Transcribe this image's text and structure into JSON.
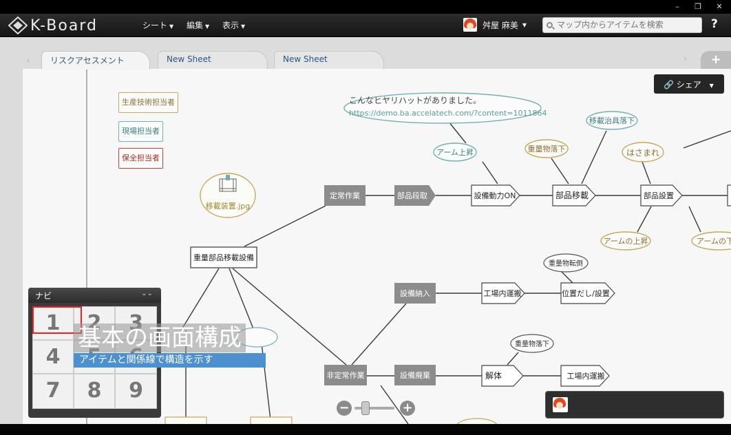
{
  "window": {
    "minimize": "–",
    "restore": "❐",
    "close": "✕"
  },
  "header": {
    "logo_text": "K-Board",
    "menus": [
      {
        "label": "シート"
      },
      {
        "label": "編集"
      },
      {
        "label": "表示"
      }
    ],
    "user_name": "舛屋 麻美",
    "search_placeholder": "マップ内からアイテムを検索",
    "help": "?"
  },
  "tabs": [
    {
      "label": "リスクアセスメント",
      "active": true
    },
    {
      "label": "New Sheet"
    },
    {
      "label": "New Sheet"
    }
  ],
  "tab_add": "+",
  "share_label": "シェア",
  "legend": [
    {
      "label": "生産技術担当者",
      "color": "#c8a857"
    },
    {
      "label": "現場担当者",
      "color": "#6fb2b2"
    },
    {
      "label": "保全担当者",
      "color": "#d04030"
    }
  ],
  "map": {
    "image_node": "移載装置.jpg",
    "root": "重量部品移載設備",
    "teiji": "定常作業",
    "hiteiji": "非定常作業",
    "buhin_dandori": "部品段取",
    "setsubi_dousa": "設備動力ON",
    "buhin_isai": "部品移載",
    "buhin_secchi": "部品設置",
    "setsubi_nounyu": "設備納入",
    "kojo_unpan1": "工場内運搬",
    "ichidashi": "位置だし/設置",
    "setsubi_haiki": "設備廃棄",
    "kaitai": "解体",
    "kojo_unpan2": "工場内運搬",
    "hiyari_text": "こんなヒヤリハットがありました。",
    "hiyari_url": "https://demo.ba.accelatech.com/?content=1011864",
    "arm_up": "アーム上昇",
    "juryobutsu_rakka1": "重量物落下",
    "isai_jigu": "移載治具落下",
    "hasamare": "はさまれ",
    "arm_no_joushou": "アームの上昇",
    "arm_no_shita": "アームの下",
    "juryobutsu_tentou": "重量物転倒",
    "juryobutsu_rakka2": "重量物落下"
  },
  "navigator": {
    "title": "ナビ",
    "collapse": "⌄⌄",
    "cells": [
      "1",
      "2",
      "3",
      "4",
      "5",
      "6",
      "7",
      "8",
      "9"
    ]
  },
  "caption": {
    "title": "基本の画面構成",
    "subtitle": "アイテムと関係線で構造を示す"
  },
  "zoom": {
    "minus": "−",
    "plus": "+"
  },
  "colors": {
    "accent_tab_text": "#2a5580",
    "risk_orange": "#c8a857",
    "risk_teal": "#6fb2b2",
    "risk_red": "#d04030",
    "node_gray": "#8c8c8c"
  }
}
